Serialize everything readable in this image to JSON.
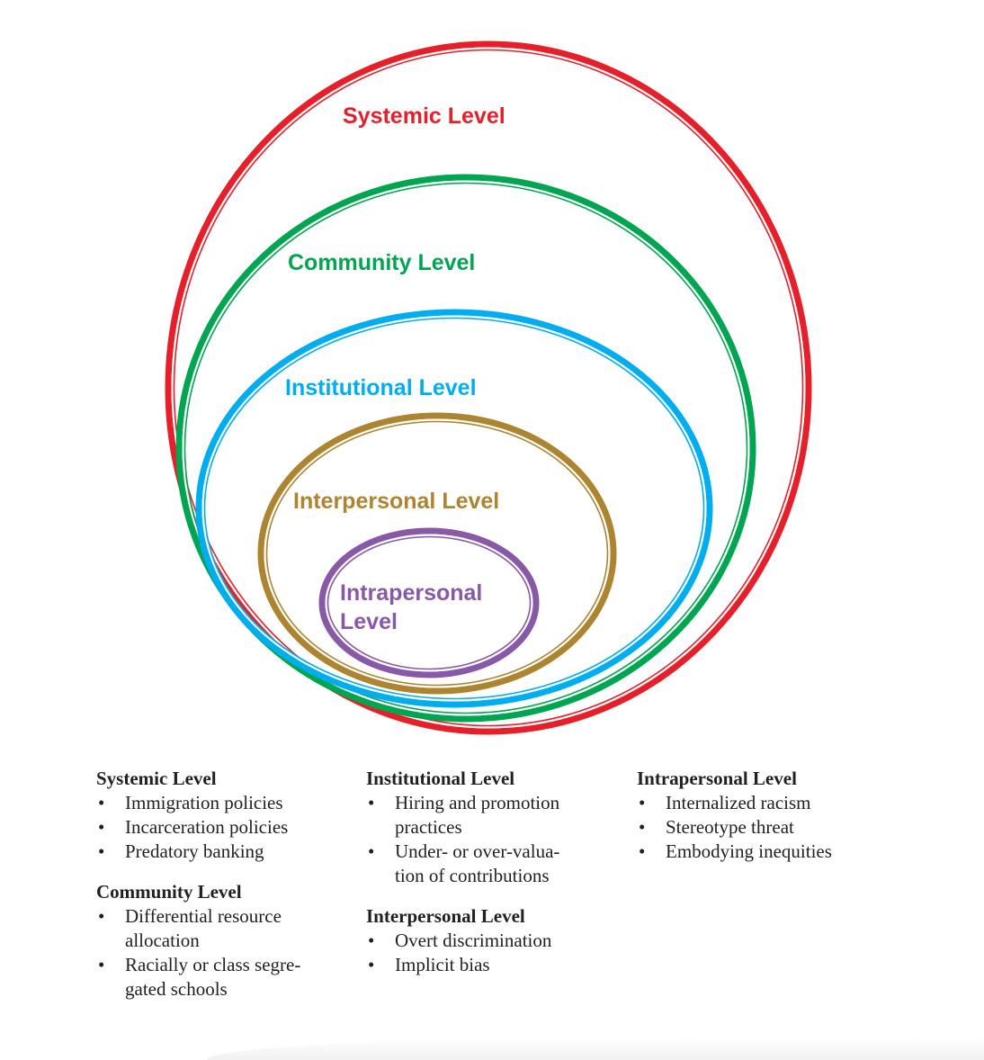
{
  "diagram": {
    "rings": [
      {
        "id": "systemic",
        "label_lines": [
          "Systemic Level"
        ],
        "color": "#e5202a"
      },
      {
        "id": "community",
        "label_lines": [
          "Community  Level"
        ],
        "color": "#00a551"
      },
      {
        "id": "institutional",
        "label_lines": [
          "Institutional Level"
        ],
        "color": "#00aeef"
      },
      {
        "id": "interpersonal",
        "label_lines": [
          "Interpersonal Level"
        ],
        "color": "#ad8430"
      },
      {
        "id": "intrapersonal",
        "label_lines": [
          "Intrapersonal",
          "Level"
        ],
        "color": "#8859a7"
      }
    ]
  },
  "legend": {
    "bullet": "•",
    "columns": [
      {
        "sections": [
          {
            "heading": "Systemic Level",
            "items": [
              "Immigration policies",
              "Incarceration policies",
              "Predatory banking"
            ]
          },
          {
            "heading": "Community Level",
            "items": [
              "Differential resource allocation",
              "Racially or class segre-gated schools"
            ]
          }
        ]
      },
      {
        "sections": [
          {
            "heading": "Institutional Level",
            "items": [
              "Hiring and promotion practices",
              "Under- or over-valua-tion of contributions"
            ]
          },
          {
            "heading": "Interpersonal Level",
            "items": [
              "Overt discrimination",
              "Implicit bias"
            ]
          }
        ]
      },
      {
        "sections": [
          {
            "heading": "Intrapersonal Level",
            "items": [
              "Internalized racism",
              "Stereotype threat",
              "Embodying inequities"
            ]
          }
        ]
      }
    ]
  }
}
